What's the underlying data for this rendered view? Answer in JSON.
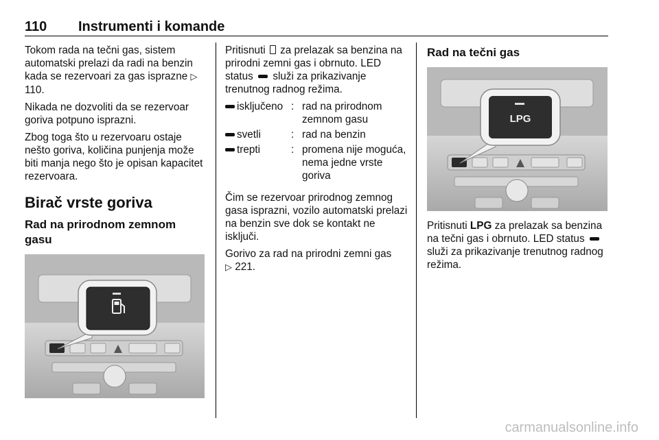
{
  "header": {
    "page_number": "110",
    "chapter_title": "Instrumenti i komande"
  },
  "col1": {
    "p1": "Tokom rada na tečni gas, sistem automatski prelazi da radi na benzin kada se rezervoari za gas isprazne",
    "p1_ref": "110.",
    "p2": "Nikada ne dozvoliti da se rezervoar goriva potpuno isprazni.",
    "p3": "Zbog toga što u rezervoaru ostaje nešto goriva, količina punjenja može biti manja nego što je opisan kapacitet rezervoara.",
    "heading": "Birač vrste goriva",
    "subheading": "Rad na prirodnom zemnom gasu"
  },
  "col2": {
    "p1_a": "Pritisnuti",
    "p1_b": "za prelazak sa benzina na prirodni zemni gas i obrnuto. LED status",
    "p1_c": "služi za prikazivanje trenutnog radnog režima.",
    "states": [
      {
        "key": "isključeno",
        "colon": ":",
        "value": "rad na prirodnom zemnom gasu"
      },
      {
        "key": "svetli",
        "colon": ":",
        "value": "rad na benzin"
      },
      {
        "key": "trepti",
        "colon": ":",
        "value": "promena nije moguća, nema jedne vrste goriva"
      }
    ],
    "p2": "Čim se rezervoar prirodnog zemnog gasa isprazni, vozilo automatski prelazi na benzin sve dok se kontakt ne isključi.",
    "p3": "Gorivo za rad na prirodni zemni gas",
    "p3_ref": "221."
  },
  "col3": {
    "heading": "Rad na tečni gas",
    "button_label": "LPG",
    "p1_a": "Pritisnuti",
    "p1_bold": "LPG",
    "p1_b": "za prelazak sa benzina na tečni gas i obrnuto. LED status",
    "p1_c": "služi za prikazivanje trenutnog radnog režima."
  },
  "icons": {
    "xref": "xref-triangle-icon",
    "fuel": "fuel-pump-icon",
    "led": "led-status-icon"
  },
  "watermark": "carmanualsonline.info"
}
